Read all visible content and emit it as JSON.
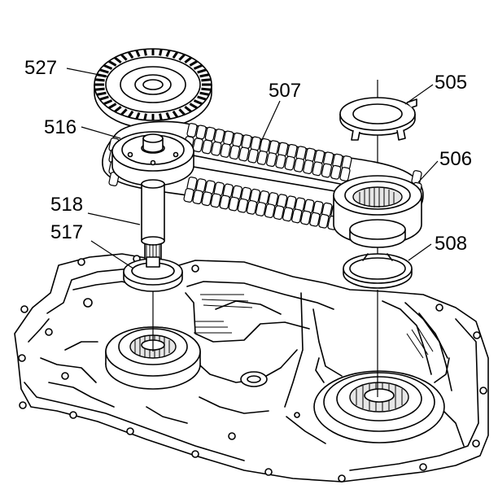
{
  "callouts": [
    {
      "id": "527",
      "text": "527"
    },
    {
      "id": "516",
      "text": "516"
    },
    {
      "id": "507",
      "text": "507"
    },
    {
      "id": "505",
      "text": "505"
    },
    {
      "id": "506",
      "text": "506"
    },
    {
      "id": "518",
      "text": "518"
    },
    {
      "id": "517",
      "text": "517"
    },
    {
      "id": "508",
      "text": "508"
    }
  ]
}
